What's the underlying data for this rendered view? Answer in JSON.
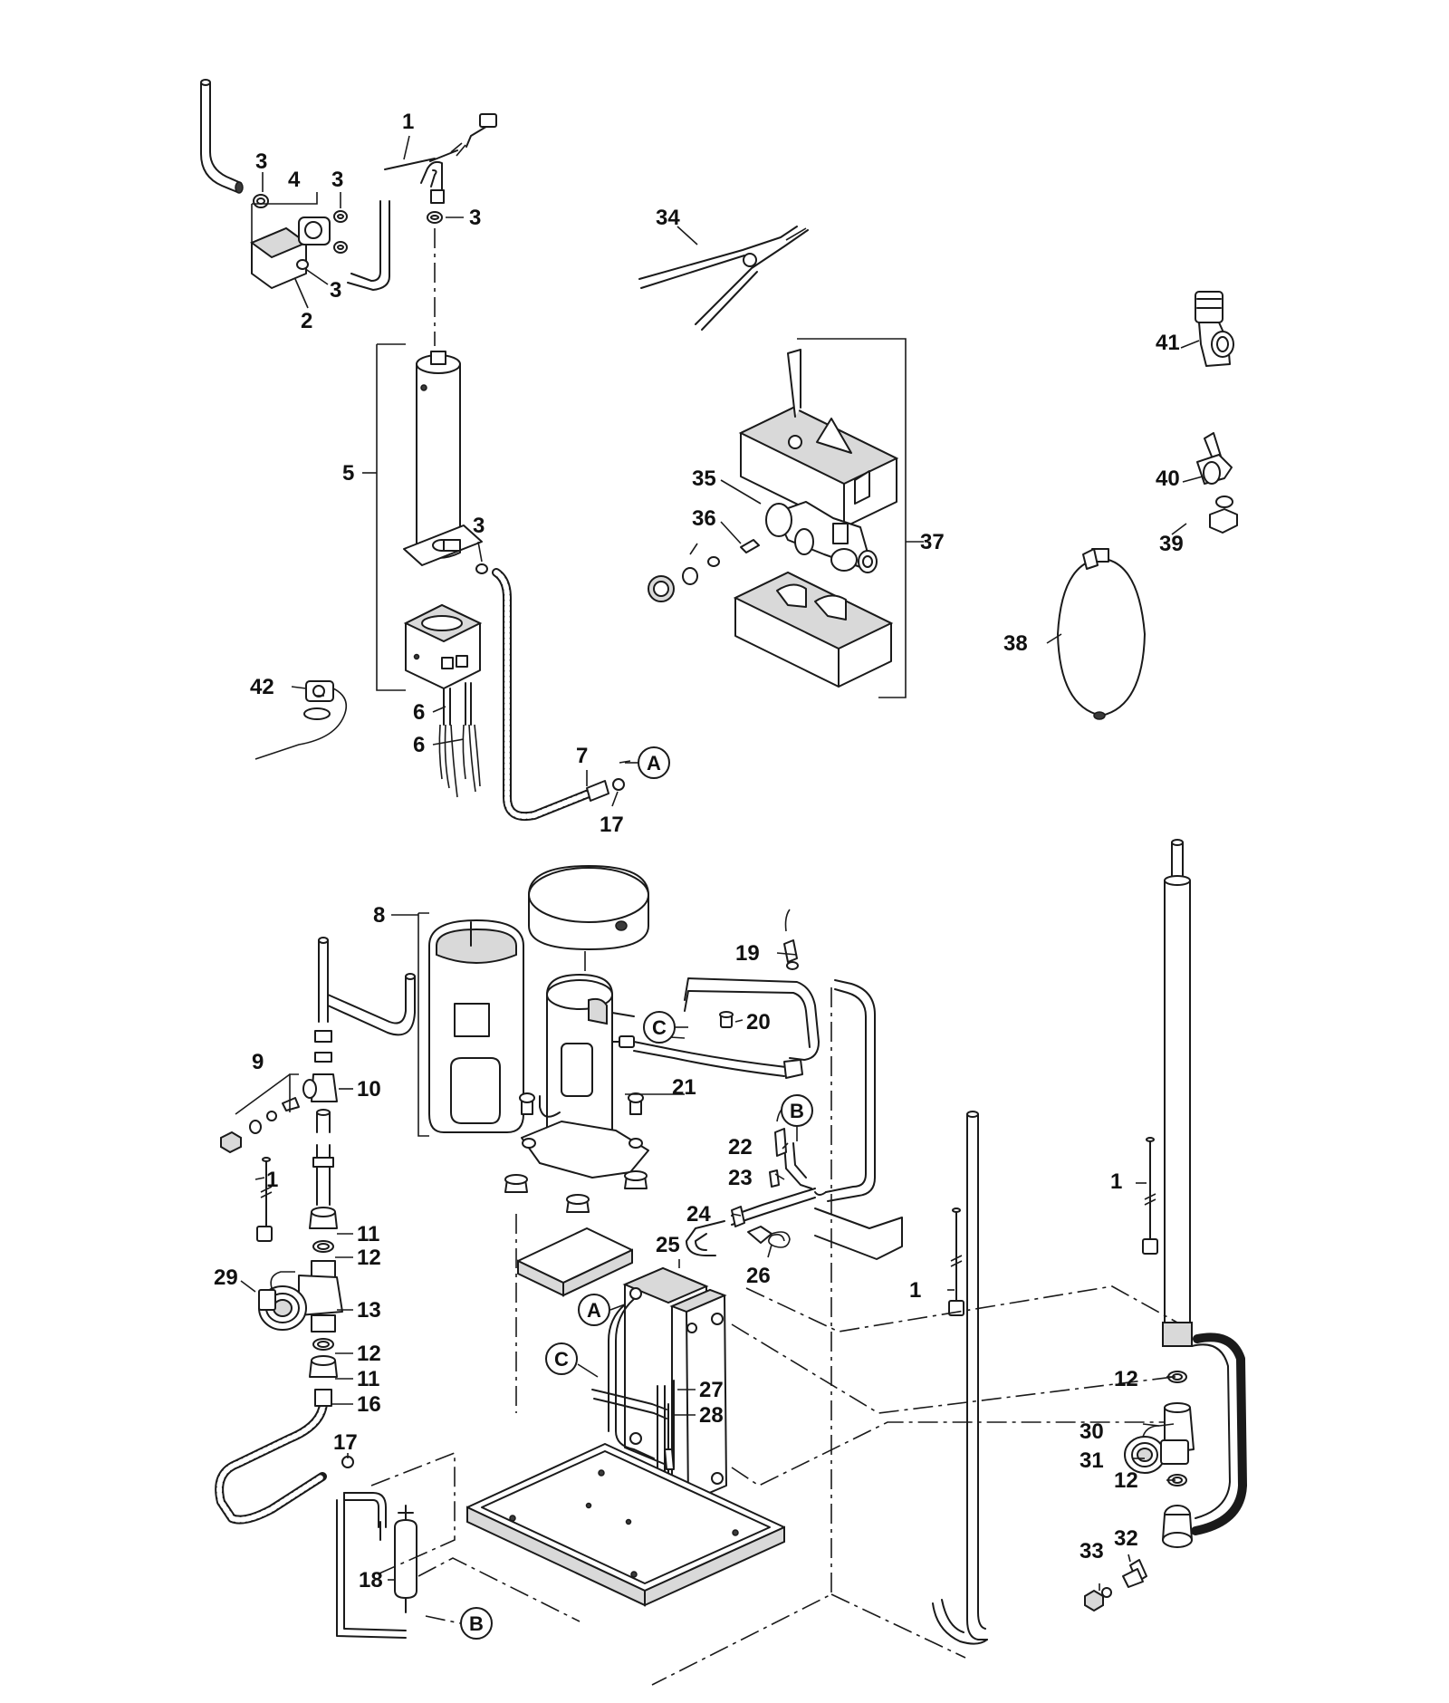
{
  "callouts": {
    "c1a": "1",
    "c1b": "1",
    "c1c": "1",
    "c1d": "1",
    "c2": "2",
    "c3a": "3",
    "c3b": "3",
    "c3c": "3",
    "c3d": "3",
    "c3e": "3",
    "c4": "4",
    "c5": "5",
    "c6a": "6",
    "c6b": "6",
    "c7": "7",
    "c8": "8",
    "c9": "9",
    "c10": "10",
    "c11a": "11",
    "c11b": "11",
    "c12a": "12",
    "c12b": "12",
    "c12c": "12",
    "c12d": "12",
    "c13": "13",
    "c16": "16",
    "c17a": "17",
    "c17b": "17",
    "c18": "18",
    "c19": "19",
    "c20": "20",
    "c21": "21",
    "c22": "22",
    "c23": "23",
    "c24": "24",
    "c25": "25",
    "c26": "26",
    "c27": "27",
    "c28": "28",
    "c29": "29",
    "c30": "30",
    "c31": "31",
    "c32": "32",
    "c33": "33",
    "c34": "34",
    "c35": "35",
    "c36": "36",
    "c37": "37",
    "c38": "38",
    "c39": "39",
    "c40": "40",
    "c41": "41",
    "c42": "42"
  },
  "refs": {
    "ra1": "A",
    "ra2": "A",
    "rb1": "B",
    "rb2": "B",
    "rc1": "C",
    "rc2": "C"
  }
}
